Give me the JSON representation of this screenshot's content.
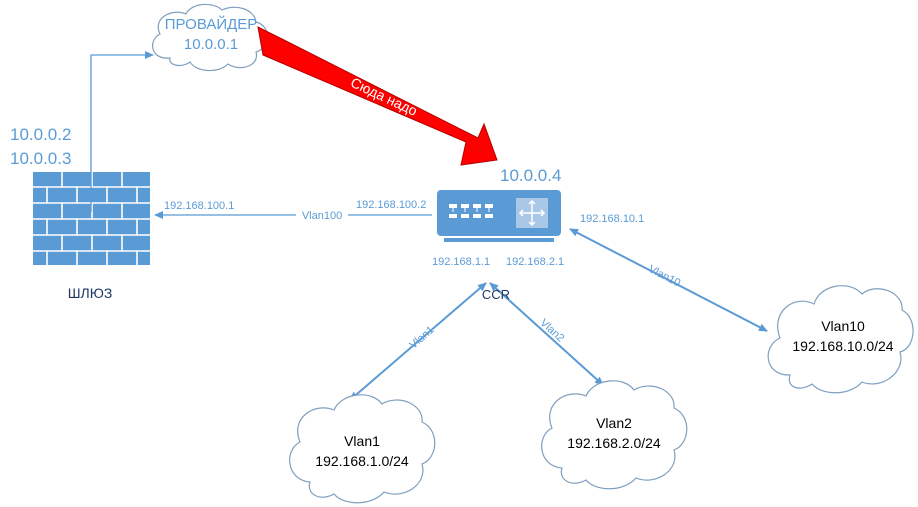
{
  "provider": {
    "name": "ПРОВАЙДЕР",
    "ip": "10.0.0.1"
  },
  "gateway": {
    "name": "ШЛЮЗ",
    "ip_1": "10.0.0.2",
    "ip_2": "10.0.0.3",
    "lan_ip": "192.168.100.1"
  },
  "ccr": {
    "name": "CCR",
    "wan_ip": "10.0.0.4",
    "vlan100_ip": "192.168.100.2",
    "vlan10_ip": "192.168.10.1",
    "vlan1_ip": "192.168.1.1",
    "vlan2_ip": "192.168.2.1"
  },
  "links": {
    "vlan100": "Vlan100",
    "vlan10": "Vlan10",
    "vlan1": "Vlan1",
    "vlan2": "Vlan2"
  },
  "callout": {
    "text": "Сюда надо"
  },
  "clouds": {
    "vlan1": {
      "name": "Vlan1",
      "subnet": "192.168.1.0/24"
    },
    "vlan2": {
      "name": "Vlan2",
      "subnet": "192.168.2.0/24"
    },
    "vlan10": {
      "name": "Vlan10",
      "subnet": "192.168.10.0/24"
    }
  },
  "colors": {
    "accent": "#5b9bd5",
    "callout": "#ff0000"
  }
}
